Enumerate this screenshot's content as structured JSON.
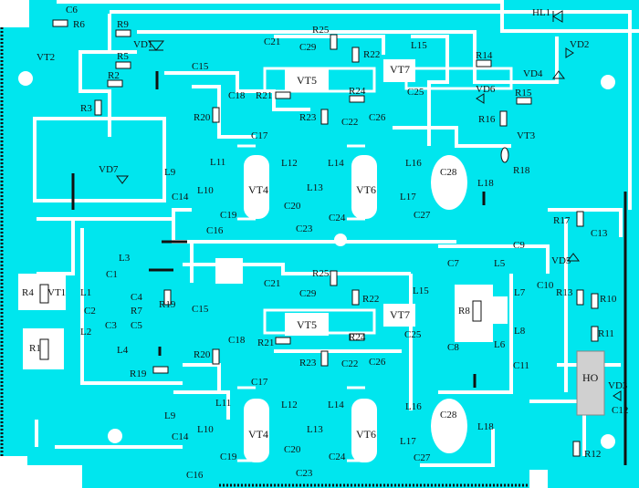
{
  "title": "PCB layout",
  "colors": {
    "board": "#00e6ee",
    "trace": "#ffffff",
    "ink": "#111111",
    "ho_block": "#d0d0d0"
  },
  "labels": [
    "C6",
    "R6",
    "R9",
    "VD1",
    "R5",
    "VT2",
    "R2",
    "R3",
    "C15",
    "R20",
    "R21",
    "C18",
    "C17",
    "R23",
    "C22",
    "R24",
    "VT5",
    "VT7",
    "R22",
    "R25",
    "C29",
    "C21",
    "L15",
    "C25",
    "C26",
    "R14",
    "VD6",
    "R15",
    "R16",
    "VT3",
    "R18",
    "VD4",
    "VD2",
    "HL1",
    "L16",
    "L17",
    "C28",
    "L18",
    "C27",
    "VT4",
    "VT6",
    "L11",
    "L9",
    "L10",
    "C14",
    "C19",
    "L12",
    "L14",
    "L13",
    "C20",
    "C23",
    "C24",
    "C16",
    "VD7",
    "R4",
    "VT1",
    "R1",
    "L3",
    "C1",
    "L1",
    "C2",
    "C4",
    "R7",
    "R19",
    "C3",
    "L2",
    "C5",
    "L4",
    "R19",
    "C15",
    "R25",
    "C21",
    "C29",
    "R22",
    "VT5",
    "VT7",
    "L15",
    "R21",
    "C18",
    "R24",
    "R23",
    "C22",
    "C26",
    "C25",
    "R20",
    "C17",
    "L16",
    "L9",
    "L11",
    "L12",
    "L14",
    "L10",
    "C14",
    "VT4",
    "L13",
    "VT6",
    "C19",
    "C20",
    "C24",
    "C23",
    "C16",
    "C28",
    "L17",
    "L18",
    "C27",
    "R8",
    "C7",
    "L5",
    "C9",
    "C10",
    "L7",
    "L6",
    "C8",
    "C11",
    "L8",
    "R17",
    "C13",
    "VD5",
    "R13",
    "R10",
    "R11",
    "HO",
    "VD3",
    "C12",
    "R12"
  ]
}
